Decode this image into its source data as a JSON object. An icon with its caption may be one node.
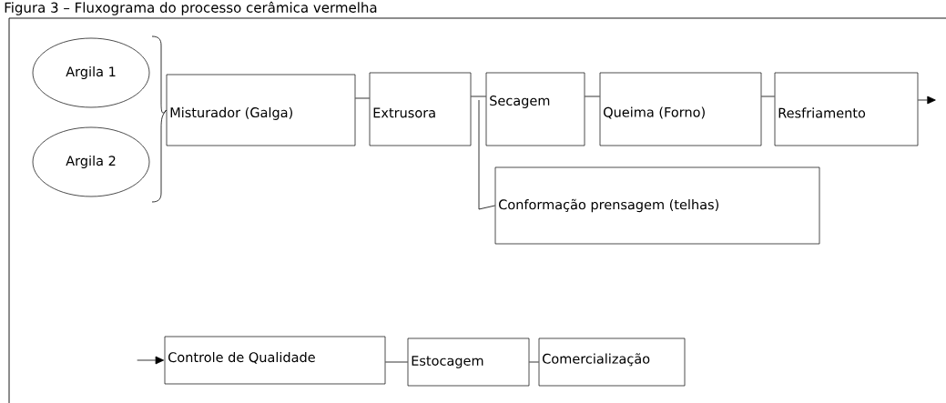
{
  "diagram": {
    "title": "Figura 3 – Fluxograma do processo cerâmica vermelha",
    "nodes": [
      {
        "text": [
          "Argila 1"
        ]
      },
      {
        "text": [
          "Argila 2"
        ]
      },
      {
        "text": [
          "Misturador (Galga)"
        ]
      },
      {
        "text": [
          "Extrusora"
        ]
      },
      {
        "text": [
          "Secagem"
        ]
      },
      {
        "text": [
          "Queima (Forno)"
        ]
      },
      {
        "text": [
          "Resfriamento"
        ]
      },
      {
        "text": [
          "Conformação prensagem (telhas)"
        ]
      },
      {
        "text": [
          "Controle de Qualidade"
        ]
      },
      {
        "text": [
          "Estocagem"
        ]
      },
      {
        "text": [
          "Comercialização"
        ]
      }
    ],
    "edges": [
      {
        "from": 0,
        "to": 2,
        "arrow": "none"
      },
      {
        "from": 1,
        "to": 2,
        "arrow": "none"
      },
      {
        "from": 2,
        "to": 3,
        "arrow": "none"
      },
      {
        "from": 3,
        "to": 4,
        "arrow": "none"
      },
      {
        "from": 3,
        "to": 7,
        "arrow": "none"
      },
      {
        "from": 4,
        "to": 5,
        "arrow": "none"
      },
      {
        "from": 5,
        "to": 6,
        "arrow": "none"
      },
      {
        "from": 6,
        "to": null,
        "arrow": "to"
      },
      {
        "from": null,
        "to": 8,
        "arrow": "to"
      },
      {
        "from": 8,
        "to": 9,
        "arrow": "none"
      },
      {
        "from": 9,
        "to": 10,
        "arrow": "none"
      }
    ]
  }
}
